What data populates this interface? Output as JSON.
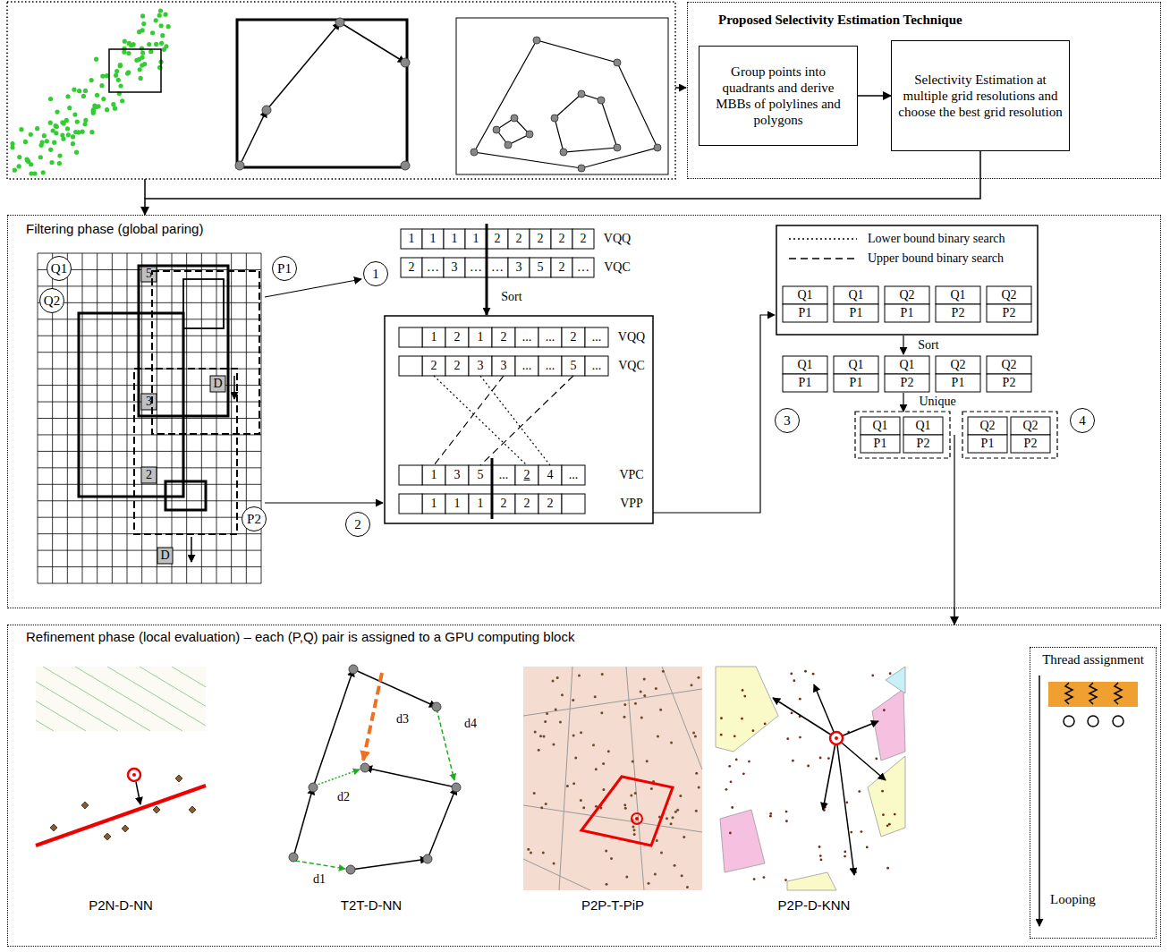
{
  "diagram": {
    "nodes": [
      {
        "text": [
          "Proposed Selectivity Estimation Technique"
        ]
      },
      {
        "text": [
          "Group points into quadrants and derive MBBs of polylines and polygons"
        ],
        "in": 0
      },
      {
        "text": [
          "Selectivity Estimation at multiple grid resolutions and choose the best grid resolution"
        ],
        "in": 0
      },
      {
        "text": [
          "Filtering phase (global paring)"
        ]
      },
      {
        "text": [
          "Refinement phase (local evaluation) – each (P,Q) pair is assigned to a GPU computing block"
        ]
      },
      {
        "text": [
          "Thread assignment",
          "Looping"
        ],
        "in": 4
      }
    ],
    "edges": [
      {
        "from": 1,
        "to": 2,
        "arrow": "to"
      },
      {
        "from": 2,
        "to": 3,
        "arrow": "to"
      },
      {
        "from": 3,
        "to": 4,
        "arrow": "to"
      }
    ],
    "labels": [
      "Q1",
      "5",
      "P1",
      "Q2",
      "D",
      "3",
      "2",
      "P2",
      "D",
      "1",
      "1",
      "1",
      "1",
      "1",
      "2",
      "2",
      "2",
      "2",
      "2",
      "VQQ",
      "2",
      "…",
      "3",
      "…",
      "…",
      "3",
      "5",
      "2",
      "…",
      "VQC",
      "Sort",
      "2",
      "1",
      "2",
      "1",
      "2",
      "...",
      "...",
      "2",
      "...",
      "VQQ",
      "2",
      "2",
      "3",
      "3",
      "...",
      "...",
      "5",
      "...",
      "VQC",
      "1",
      "3",
      "5",
      "...",
      "2",
      "4",
      "...",
      "VPC",
      "1",
      "1",
      "1",
      "2",
      "2",
      "2",
      "VPP",
      "Q1",
      "P1",
      "Q1",
      "P1",
      "Q2",
      "P1",
      "Q1",
      "P2",
      "Q2",
      "P2",
      "Sort",
      "Q1",
      "P1",
      "Q1",
      "P1",
      "Q1",
      "P2",
      "Q2",
      "P1",
      "Q2",
      "P2",
      "3",
      "Unique",
      "4",
      "Q1",
      "P1",
      "Q1",
      "P2",
      "Q2",
      "P1",
      "Q2",
      "P2",
      "P2N-D-NN",
      "d3",
      "d4",
      "d2",
      "d1",
      "T2T-D-NN",
      "P2P-T-PiP",
      "P2P-D-KNN"
    ],
    "legend": [
      {
        "text": "Lower bound binary search"
      },
      {
        "text": "Upper bound binary search"
      }
    ]
  }
}
